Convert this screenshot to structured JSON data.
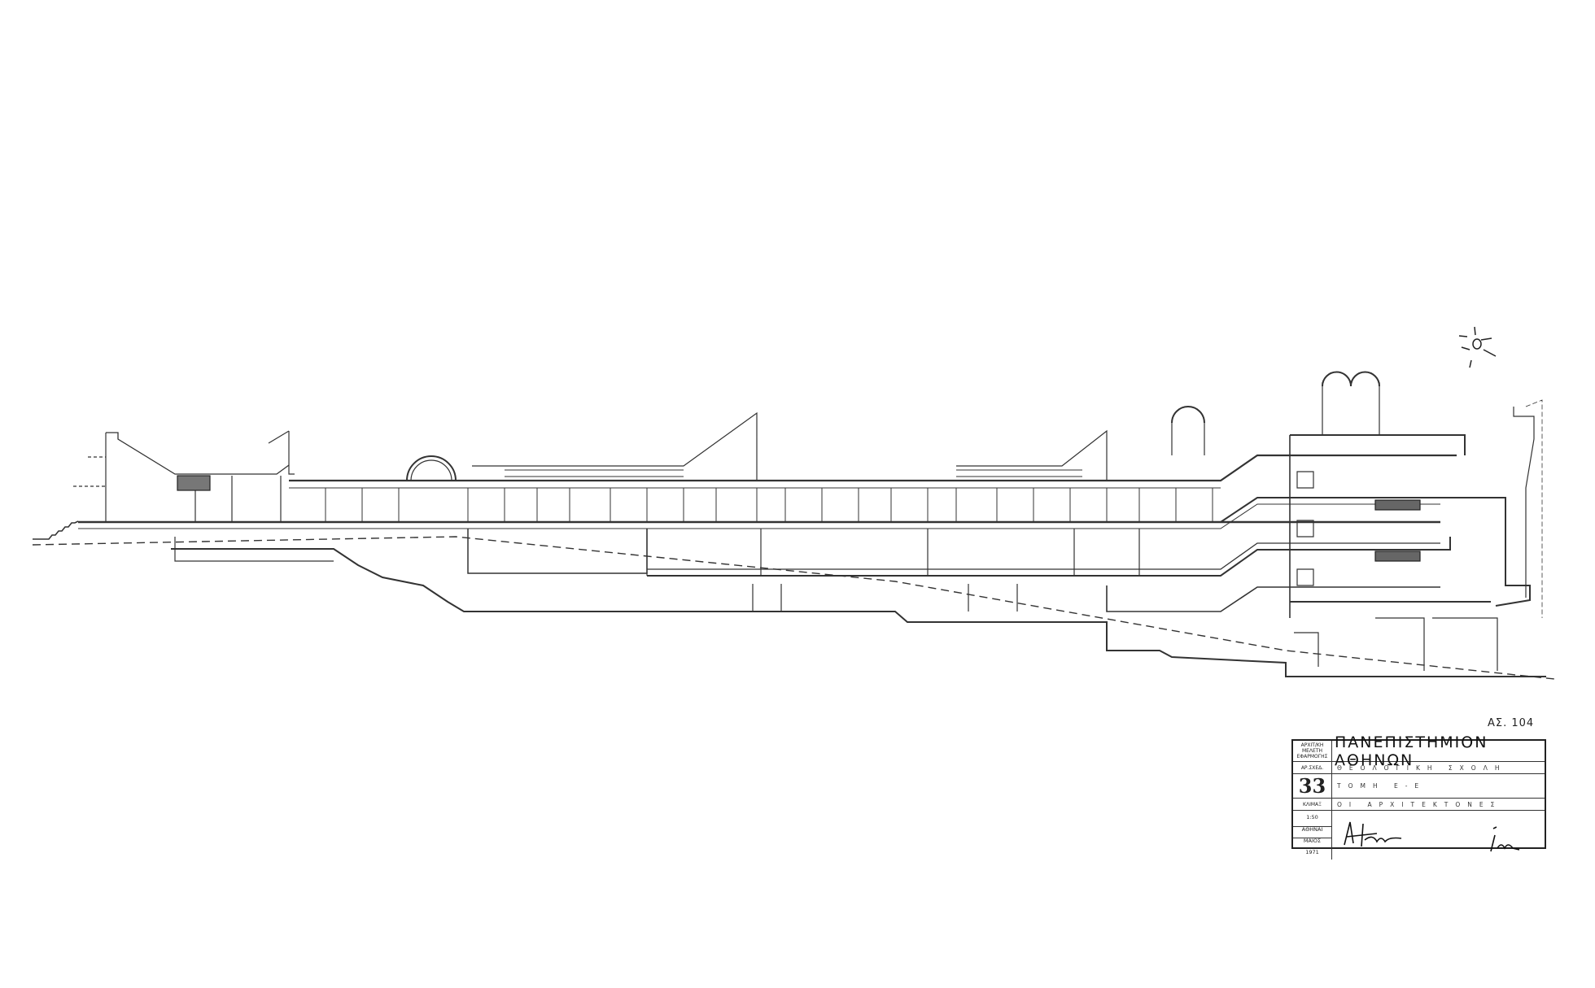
{
  "drawing": {
    "type": "architectural section",
    "background": "#ffffff",
    "line_color": "#222222",
    "sun_symbol": "sun-icon",
    "sheet_number": "ΑΣ. 104"
  },
  "title_block": {
    "rows": [
      {
        "label": "ΑΡΧΙΤ/ΚΗ ΜΕΛΕΤΗ ΕΦΑΡΜΟΓΗΣ",
        "value": "ΠΑΝΕΠΙΣΤΗΜΙΟΝ ΑΘΗΝΩΝ"
      },
      {
        "label": "ΑΡ.ΣΧΕΔ.",
        "value": "ΘΕΟΛΟΓΙΚΗ ΣΧΟΛΗ"
      },
      {
        "label": "33",
        "value": "ΤΟΜΗ Ε-Ε"
      },
      {
        "label": "ΚΛΙΜΑΞ",
        "value": "ΟΙ ΑΡΧΙΤΕΚΤΟΝΕΣ"
      },
      {
        "label": "1:50",
        "value": ""
      }
    ],
    "place": "ΑΘΗΝΑΙ",
    "month": "ΜΑΙΟΣ",
    "year": "1971",
    "signatures": [
      "signature-1",
      "signature-2"
    ]
  }
}
